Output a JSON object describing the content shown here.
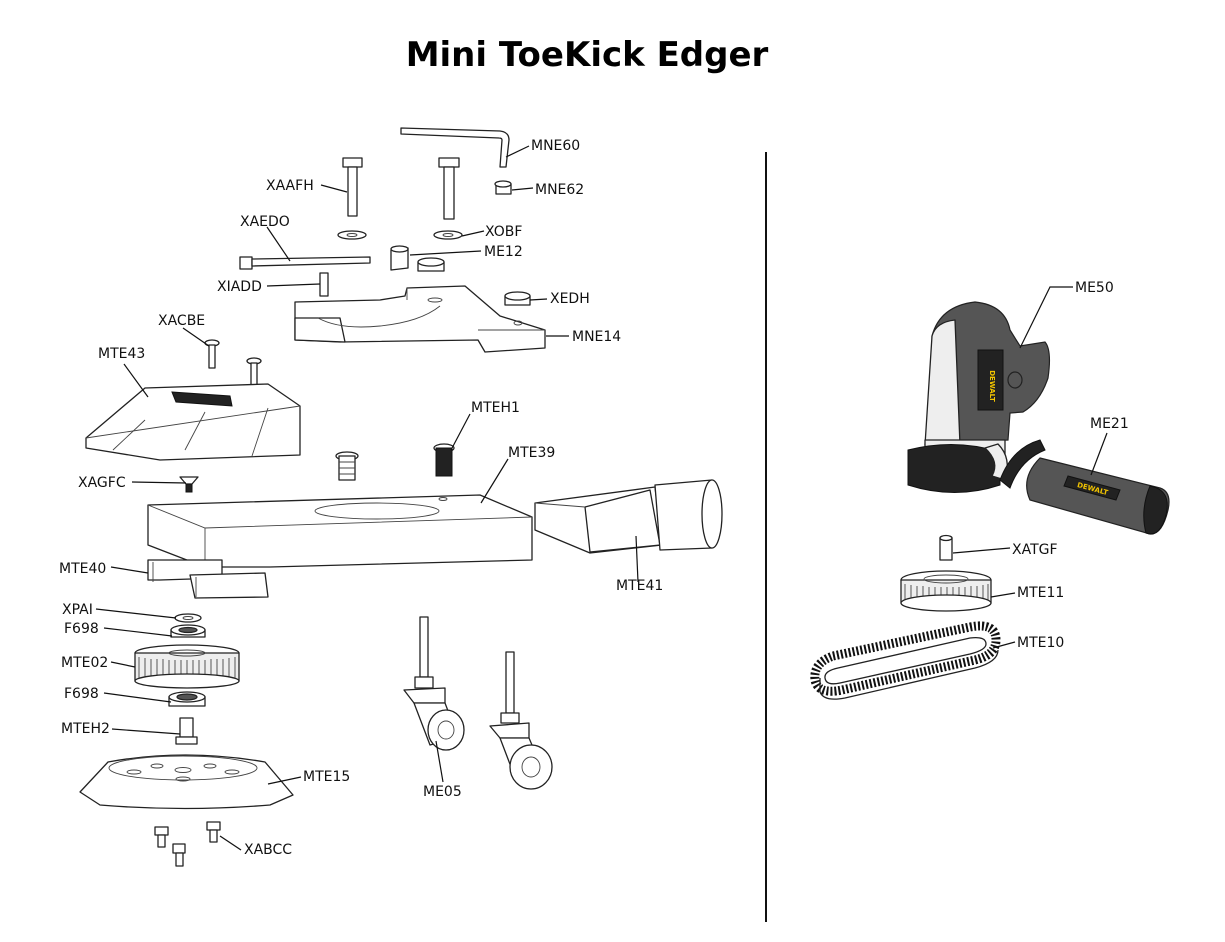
{
  "title": "Mini ToeKick Edger",
  "parts": {
    "MNE60": "MNE60",
    "MNE62": "MNE62",
    "XAAFH": "XAAFH",
    "XAEDO": "XAEDO",
    "XOBF": "XOBF",
    "ME12": "ME12",
    "XIADD": "XIADD",
    "XEDH": "XEDH",
    "MNE14": "MNE14",
    "XACBE": "XACBE",
    "MTE43": "MTE43",
    "MTEH1": "MTEH1",
    "MTE39": "MTE39",
    "XAGFC": "XAGFC",
    "MTE40": "MTE40",
    "MTE41": "MTE41",
    "XPAI": "XPAI",
    "F698_top": "F698",
    "MTE02": "MTE02",
    "F698_bottom": "F698",
    "MTEH2": "MTEH2",
    "MTE15": "MTE15",
    "ME05": "ME05",
    "XABCC": "XABCC",
    "ME50": "ME50",
    "ME21": "ME21",
    "XATGF": "XATGF",
    "MTE11": "MTE11",
    "MTE10": "MTE10"
  },
  "logo": "DEWALT",
  "colors": {
    "line": "#222222",
    "shade": "#555555",
    "dark": "#222222",
    "yellow": "#f2c400"
  }
}
